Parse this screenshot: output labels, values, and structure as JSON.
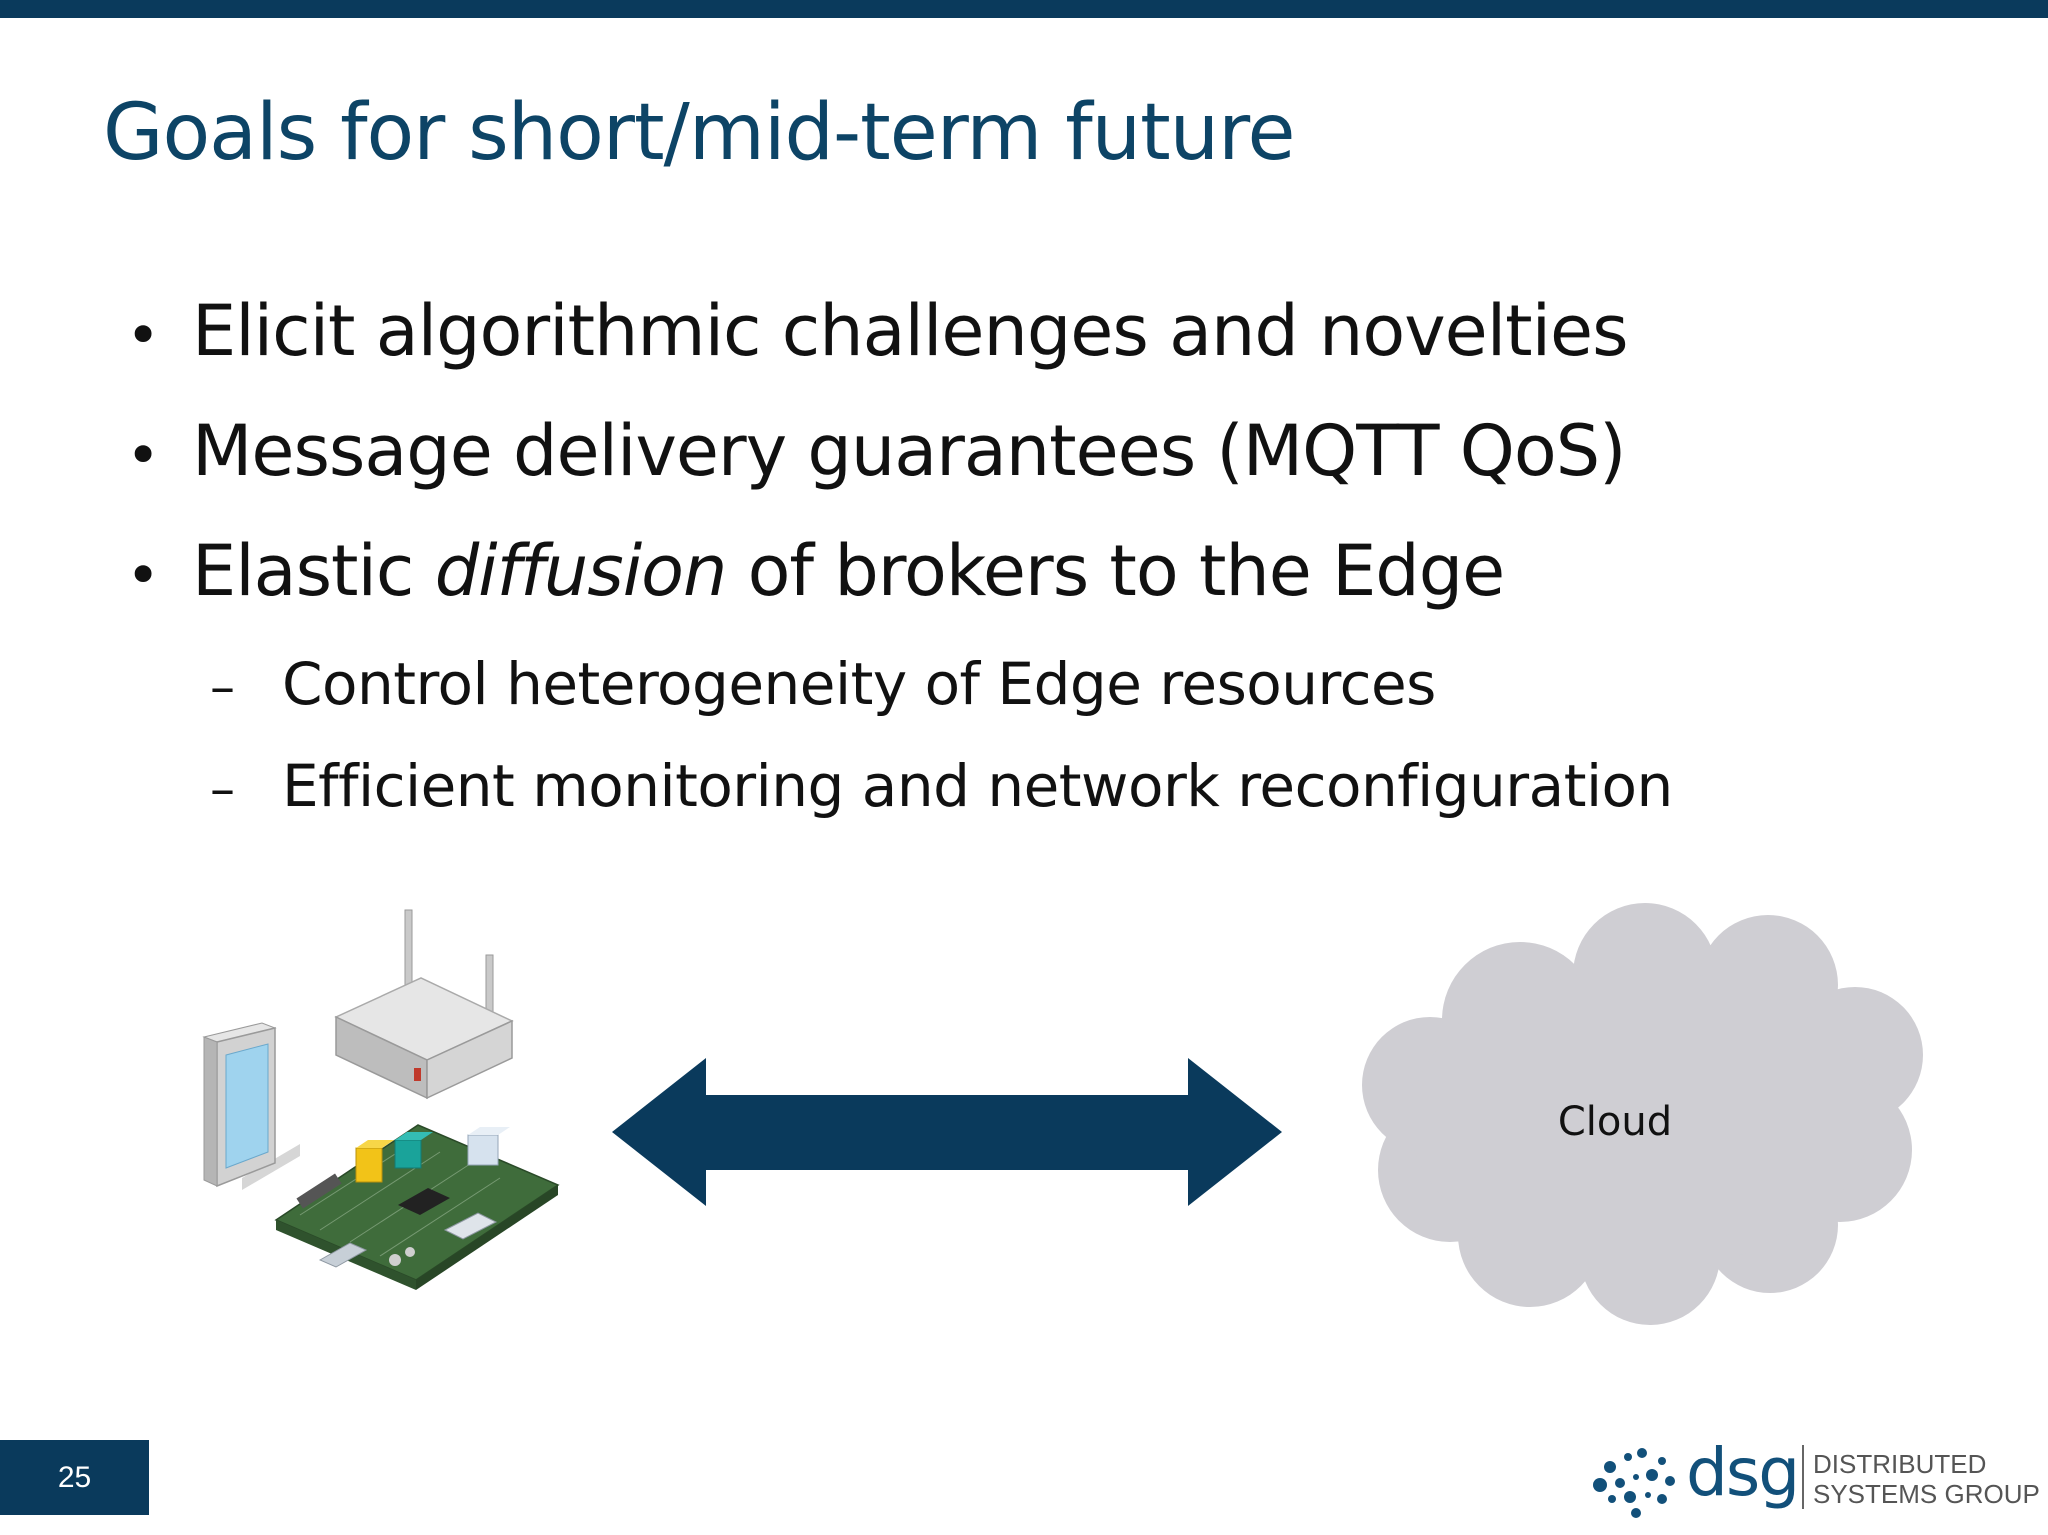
{
  "slide": {
    "title": "Goals for short/mid-term future",
    "page_number": "25"
  },
  "bullets": [
    {
      "marker": "•",
      "text": "Elicit algorithmic challenges and novelties"
    },
    {
      "marker": "•",
      "text": "Message delivery guarantees (MQTT QoS)"
    },
    {
      "marker": "•",
      "text_before": "Elastic ",
      "text_emphasis": "diffusion",
      "text_after": " of brokers to the Edge"
    }
  ],
  "sub_bullets": [
    {
      "marker": "–",
      "text": "Control heterogeneity of Edge resources"
    },
    {
      "marker": "–",
      "text": "Efficient monitoring and network reconfiguration"
    }
  ],
  "diagram": {
    "cloud_label": "Cloud",
    "arrow_color": "#0a3a5c",
    "cloud_color": "#cfced3",
    "edge_devices": [
      "router-icon",
      "tablet-icon",
      "circuit-board-icon"
    ]
  },
  "logo": {
    "abbr": "dsg",
    "line1": "DISTRIBUTED",
    "line2": "SYSTEMS GROUP"
  },
  "colors": {
    "brand_dark": "#0a3a5c",
    "title": "#0d4466"
  }
}
